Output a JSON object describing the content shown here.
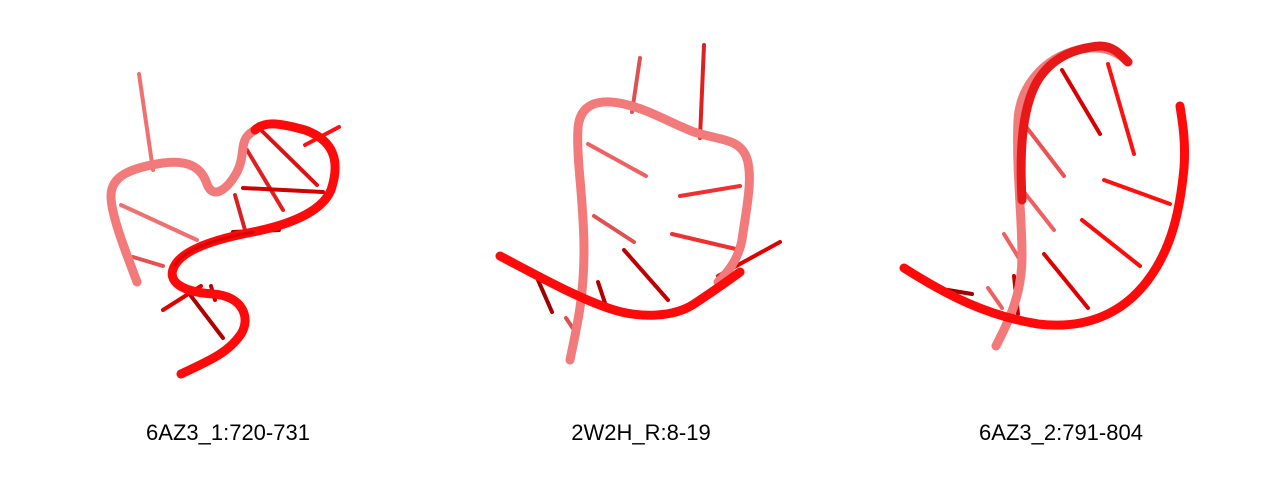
{
  "colors": {
    "strand": "#ff0000",
    "strand_dark": "#c40000",
    "strand_faded": "#f07070",
    "background": "#ffffff"
  },
  "structures": [
    {
      "label": "6AZ3_1:720-731"
    },
    {
      "label": "2W2H_R:8-19"
    },
    {
      "label": "6AZ3_2:791-804"
    }
  ]
}
